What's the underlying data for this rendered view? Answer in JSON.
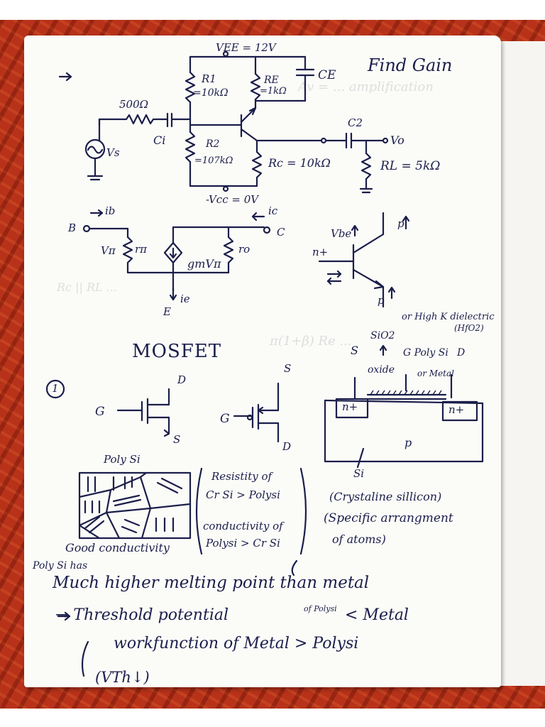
{
  "amplifier": {
    "vee": "VEE = 12V",
    "r1": "R1",
    "r1_val": "=10kΩ",
    "re": "RE",
    "re_val": "=1kΩ",
    "ce": "CE",
    "find_gain": "Find Gain",
    "rs": "500Ω",
    "ci": "Ci",
    "vs": "Vs",
    "r2": "R2",
    "r2_val": "=107kΩ",
    "rc": "Rc = 10kΩ",
    "c2": "C2",
    "vo": "Vo",
    "rl": "RL = 5kΩ",
    "vcc": "-Vcc = 0V"
  },
  "small_signal": {
    "ib": "ib",
    "b": "B",
    "vpi": "Vπ",
    "rpi": "rπ",
    "gm": "gmVπ",
    "ro": "ro",
    "ic": "ic",
    "c": "C",
    "ie": "ie",
    "e": "E"
  },
  "bjt_sketch": {
    "vbe": "Vbe",
    "nplus": "n+",
    "p": "p"
  },
  "mosfet": {
    "title": "MOSFET",
    "number": "1",
    "d": "D",
    "g": "G",
    "s": "S",
    "g2": "G",
    "s2": "S",
    "d2": "D"
  },
  "cross_section": {
    "high_k": "or High K dielectric",
    "hfo2": "(HfO2)",
    "sio2": "SiO2",
    "s": "S",
    "g_poly": "G Poly Si",
    "d": "D",
    "oxide": "oxide",
    "or_metal": "or Metal",
    "nplus_left": "n+",
    "nplus_right": "n+",
    "p": "p",
    "si": "Si"
  },
  "notes": {
    "poly_si": "Poly Si",
    "good_cond": "Good conductivity",
    "resist_1": "Resistity of",
    "resist_2": "Cr Si > Polysi",
    "resist_3": "conductivity of",
    "resist_4": "Polysi > Cr Si",
    "cryst_1": "(Crystaline sillicon)",
    "cryst_2": "(Specific arrangment",
    "cryst_3": "of atoms)",
    "polysi_has": "Poly Si has",
    "line1": "Much higher melting point than metal",
    "line2_a": "→ Threshold potential",
    "line2_b": "of Polysi",
    "line2_c": "< Metal",
    "line3": "workfunction of Metal > Polysi",
    "line4": "(VTh↓)",
    "arrow": "→"
  },
  "colors": {
    "ink": "#1b1e4a",
    "paper": "#fbfbf8",
    "fabric": "#b8321a"
  }
}
